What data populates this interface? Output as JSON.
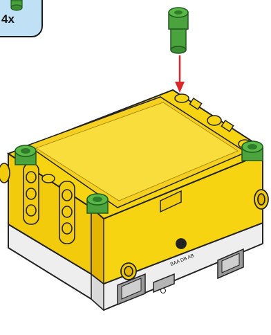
{
  "callout": {
    "quantity_label": "4x",
    "part_icon": "green-connector-peg-icon"
  },
  "hub": {
    "icon": "yellow-hub-box",
    "port_marking": "BAA DB AB"
  },
  "colors": {
    "hub_yellow": "#f7d411",
    "hub_yellow_dark": "#e3b400",
    "peg_green": "#58b947",
    "peg_green_dark": "#2f7d2a",
    "arrow_red": "#d8282b",
    "callout_blue": "#bfe0f5",
    "base_white": "#f2f2f2"
  }
}
